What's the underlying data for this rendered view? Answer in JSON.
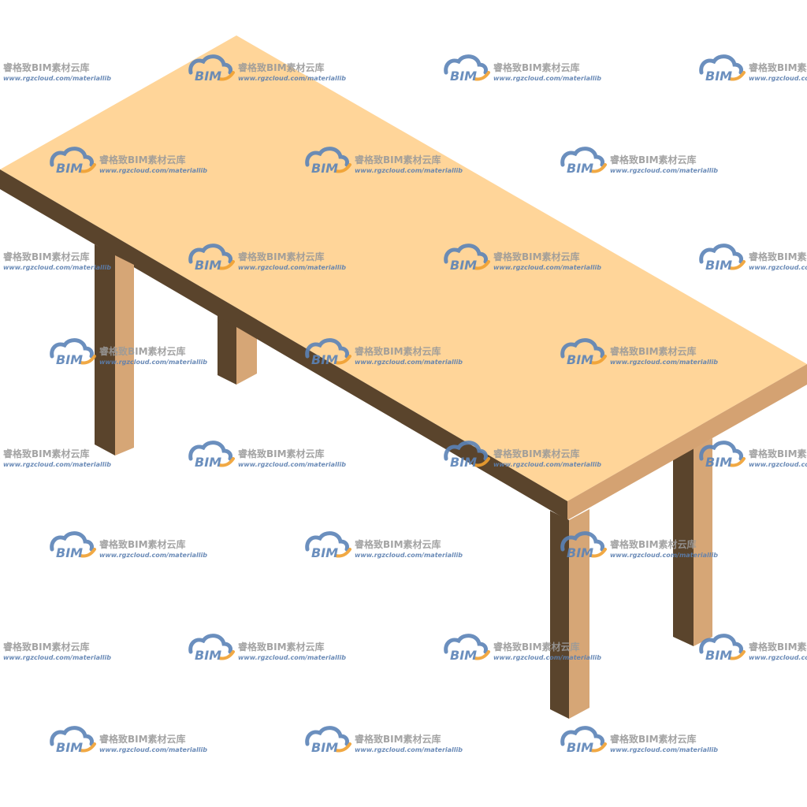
{
  "image": {
    "subject": "isometric-wooden-table",
    "background_color": "#ffffff"
  },
  "table": {
    "colors": {
      "top_surface": "#FFD599",
      "front_edge": "#5A442C",
      "right_edge": "#D4A272",
      "leg_shadow_face": "#5A442C",
      "leg_light_face": "#D6A676"
    }
  },
  "watermark": {
    "title": "睿格致BIM素材云库",
    "url": "www.rgzcloud.com/materiallib",
    "logo_text": "BIM",
    "logo_color": "#5B83B7",
    "swoosh_color": "#F0A030",
    "text_color": "#9A9A9A",
    "url_color": "#5B7FB0"
  }
}
